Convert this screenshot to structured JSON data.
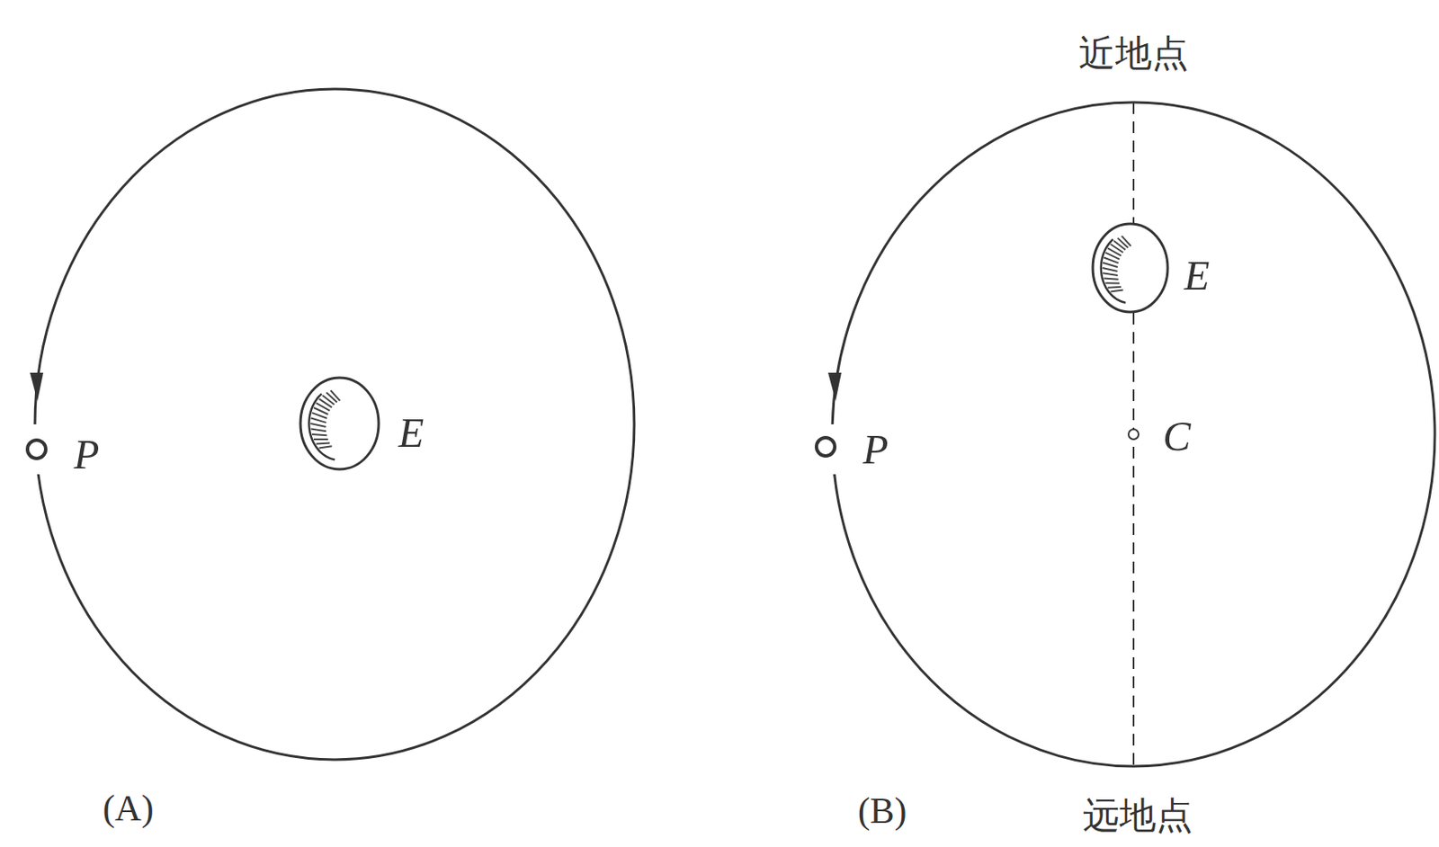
{
  "diagram": {
    "labels": [
      "P",
      "E",
      "(A)",
      "近地点",
      "E",
      "C",
      "P",
      "(B)",
      "远地点"
    ]
  }
}
